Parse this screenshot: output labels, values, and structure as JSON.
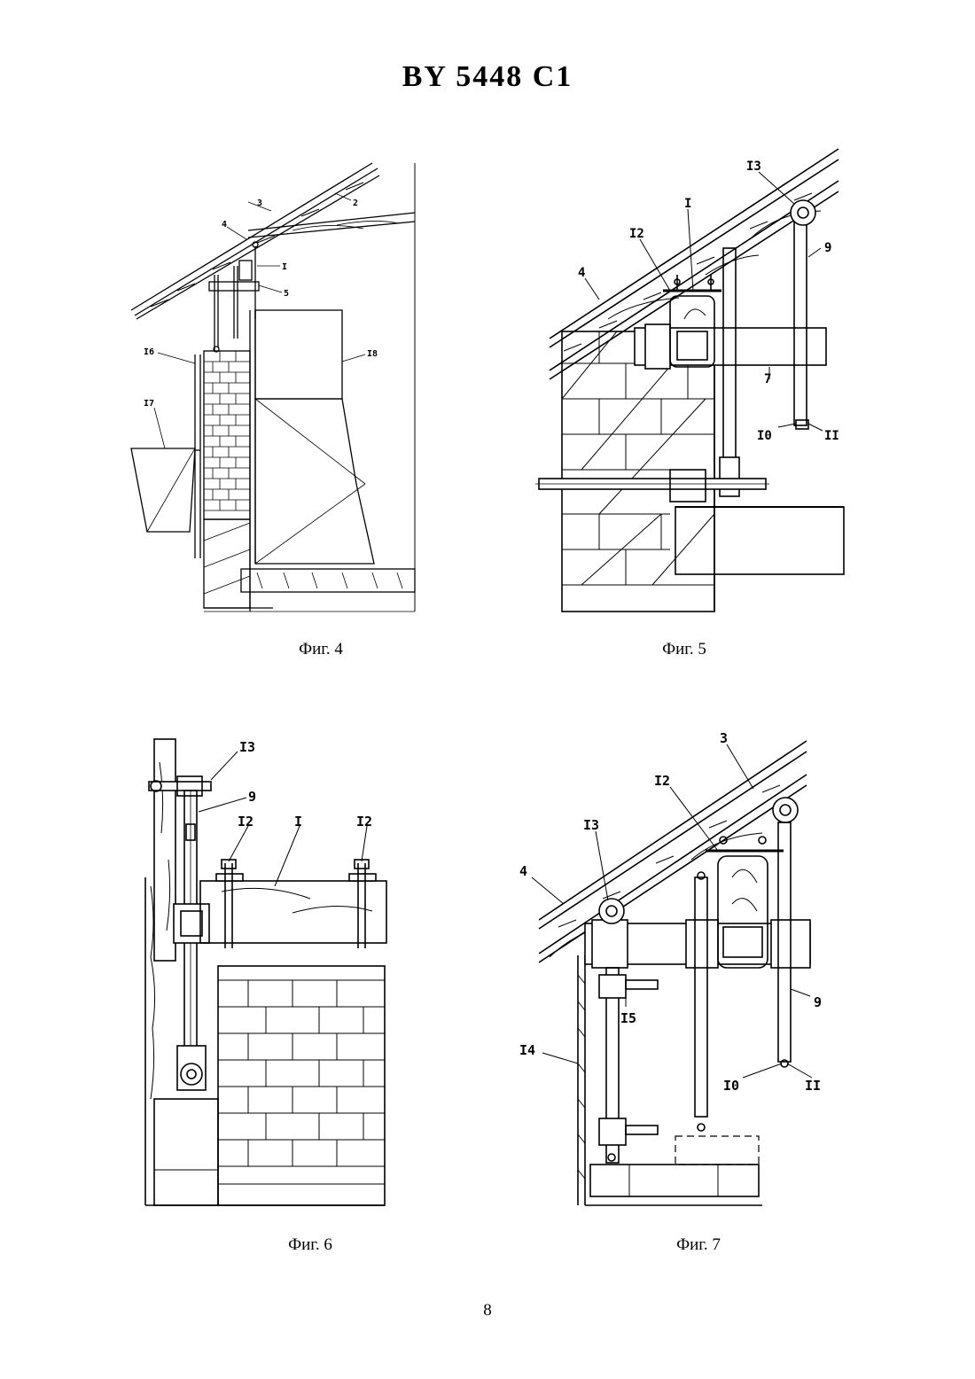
{
  "document": {
    "patent_number": "BY 5448 C1",
    "page_number": "8"
  },
  "figures": [
    {
      "id": "fig4",
      "caption": "Фиг. 4",
      "labels": {
        "l1": "I",
        "l2": "2",
        "l3": "3",
        "l4": "4",
        "l5": "5",
        "l16": "I6",
        "l17": "I7",
        "l18": "I8"
      }
    },
    {
      "id": "fig5",
      "caption": "Фиг. 5",
      "labels": {
        "l13": "I3",
        "l1": "I",
        "l12": "I2",
        "l4": "4",
        "l9": "9",
        "l7": "7",
        "l10": "I0",
        "l11": "II"
      }
    },
    {
      "id": "fig6",
      "caption": "Фиг. 6",
      "labels": {
        "l13": "I3",
        "l9": "9",
        "l12a": "I2",
        "l1": "I",
        "l12b": "I2"
      }
    },
    {
      "id": "fig7",
      "caption": "Фиг. 7",
      "labels": {
        "l3": "3",
        "l12": "I2",
        "l13": "I3",
        "l4": "4",
        "l15": "I5",
        "l9": "9",
        "l14": "I4",
        "l10": "I0",
        "l11": "II"
      }
    }
  ]
}
